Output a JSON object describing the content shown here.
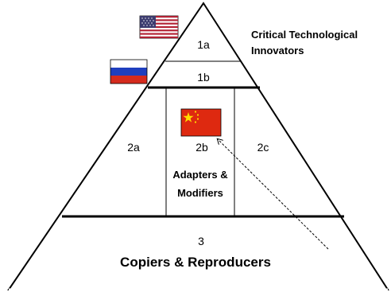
{
  "tiers": {
    "t1a": "1a",
    "t1b": "1b",
    "t2a": "2a",
    "t2b": "2b",
    "t2c": "2c",
    "t3": "3"
  },
  "labels": {
    "innovators_line1": "Critical Technological",
    "innovators_line2": "Innovators",
    "adapters_line1": "Adapters &",
    "adapters_line2": "Modifiers",
    "copiers": "Copiers & Reproducers"
  },
  "flags": {
    "usa": "united-states-flag",
    "russia": "russia-flag",
    "china": "china-flag"
  },
  "colors": {
    "line": "#000000",
    "flag_red": "#d80000",
    "flag_blue": "#2c3e8f",
    "flag_gold": "#ffde00"
  }
}
